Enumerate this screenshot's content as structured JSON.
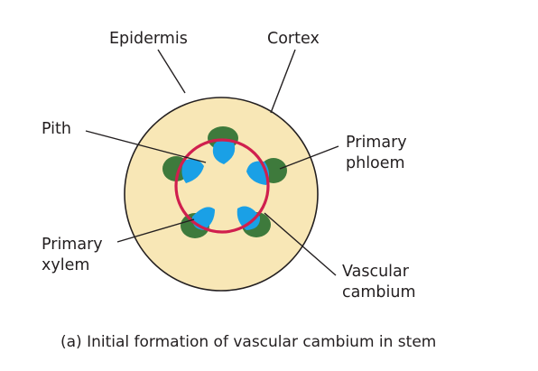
{
  "labels": {
    "epidermis": "Epidermis",
    "cortex": "Cortex",
    "pith": "Pith",
    "primary_phloem_line1": "Primary",
    "primary_phloem_line2": "phloem",
    "primary_xylem_line1": "Primary",
    "primary_xylem_line2": "xylem",
    "vascular_cambium_line1": "Vascular",
    "vascular_cambium_line2": "cambium"
  },
  "caption": "(a)  Initial formation of vascular cambium in stem",
  "colors": {
    "cortex_fill": "#f8e7b6",
    "epidermis_outline": "#231f20",
    "vascular_cambium_ring": "#d01f4e",
    "primary_phloem": "#3e7a3c",
    "primary_xylem": "#1aa0e6",
    "leader_lines": "#231f20",
    "text": "#231f20"
  }
}
